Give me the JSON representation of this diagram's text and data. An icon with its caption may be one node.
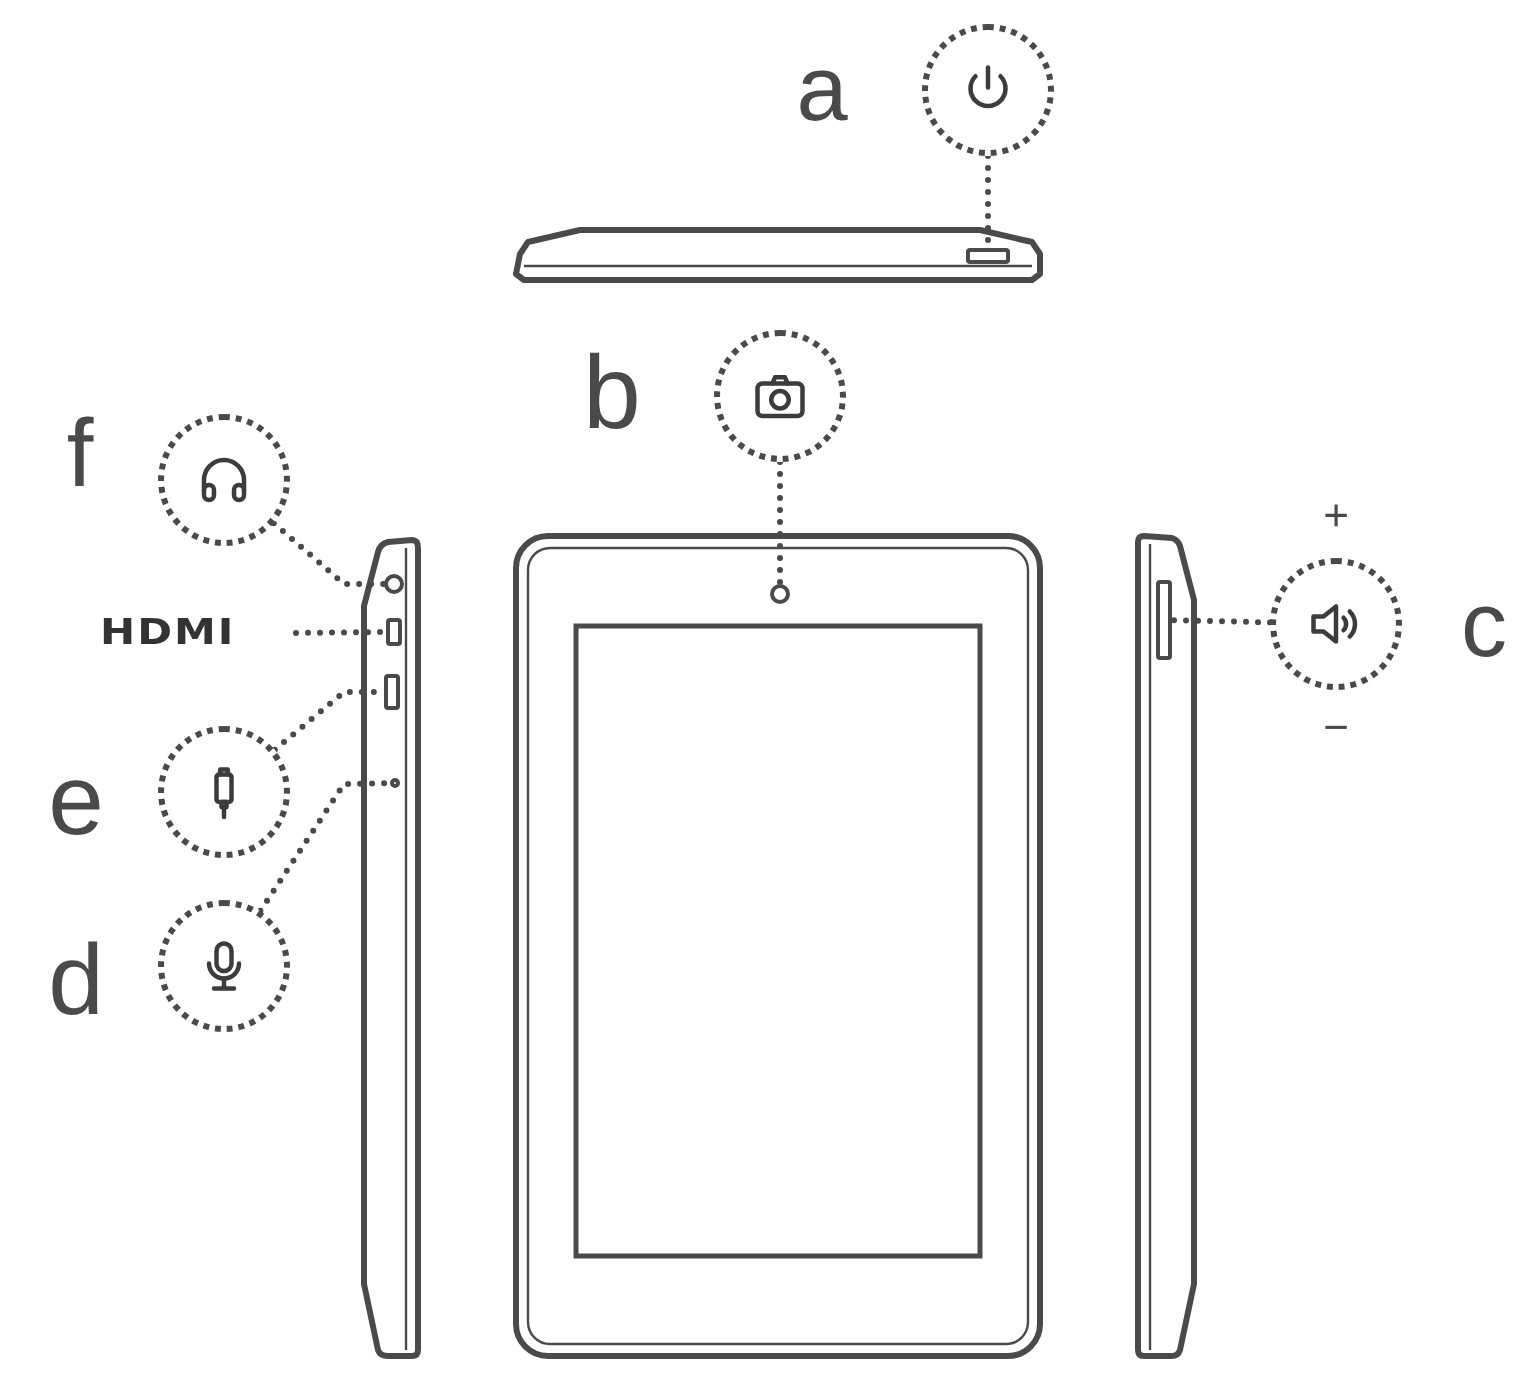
{
  "diagram": {
    "nodes": [
      {
        "text": [],
        "shape": "circle",
        "beside": [
          "a"
        ]
      },
      {
        "text": [],
        "shape": "box"
      },
      {
        "text": [],
        "shape": "circle",
        "beside": [
          "b"
        ]
      },
      {
        "text": [],
        "shape": "circle"
      },
      {
        "text": [],
        "shape": "circle",
        "beside": [
          "f"
        ]
      },
      {
        "text": [
          "HDMI"
        ]
      },
      {
        "text": [],
        "shape": "circle"
      },
      {
        "text": [],
        "shape": "box"
      },
      {
        "text": [],
        "shape": "circle",
        "beside": [
          "+",
          "−",
          "c"
        ]
      },
      {
        "text": [],
        "shape": "box"
      },
      {
        "text": [],
        "shape": "circle",
        "beside": [
          "e"
        ]
      },
      {
        "text": [],
        "shape": "box"
      },
      {
        "text": [],
        "shape": "circle",
        "beside": [
          "d"
        ]
      },
      {
        "text": [],
        "shape": "circle"
      }
    ],
    "edges": [
      {
        "from": 0,
        "to": 1,
        "arrow": "none",
        "style": "dashed"
      },
      {
        "from": 2,
        "to": 3,
        "arrow": "none",
        "style": "dashed"
      },
      {
        "from": 4,
        "to": 6,
        "arrow": "none",
        "style": "dashed"
      },
      {
        "from": 5,
        "to": 7,
        "arrow": "none",
        "style": "dashed"
      },
      {
        "from": 8,
        "to": 9,
        "arrow": "none",
        "style": "dashed"
      },
      {
        "from": 10,
        "to": 11,
        "arrow": "none",
        "style": "dashed"
      },
      {
        "from": 12,
        "to": 13,
        "arrow": "none",
        "style": "dashed"
      }
    ]
  }
}
